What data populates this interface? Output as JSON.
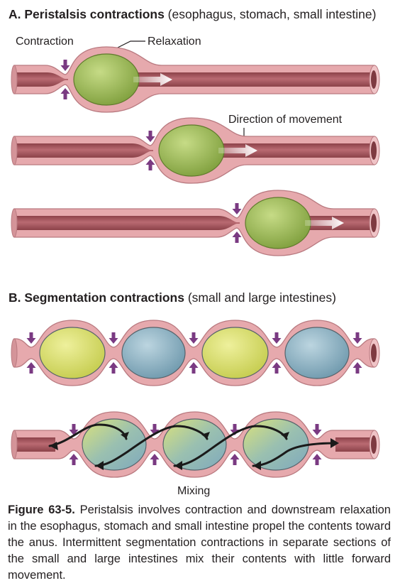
{
  "panel_a": {
    "title_bold": "A. Peristalsis contractions",
    "title_rest": " (esophagus, stomach, small intestine)",
    "label_contraction": "Contraction",
    "label_relaxation": "Relaxation",
    "label_direction": "Direction of movement"
  },
  "panel_b": {
    "title_bold": "B. Segmentation contractions",
    "title_rest": " (small and large intestines)",
    "label_mixing": "Mixing"
  },
  "caption": {
    "label": "Figure 63-5.",
    "text": " Peristalsis involves contraction and downstream relaxation in the esophagus, stomach and small intestine propel the contents toward the anus. Intermittent segmentation contractions in separate sections of the small and large intestines mix their contents with little forward movement."
  },
  "colors": {
    "tube_wall": "#e6a9ad",
    "tube_lumen": "#a5565f",
    "bolus_green": "#9fbe5c",
    "bolus_yellow": "#dbe27a",
    "bolus_blue": "#8fb4c6",
    "arrow_purple": "#7a3a82"
  }
}
